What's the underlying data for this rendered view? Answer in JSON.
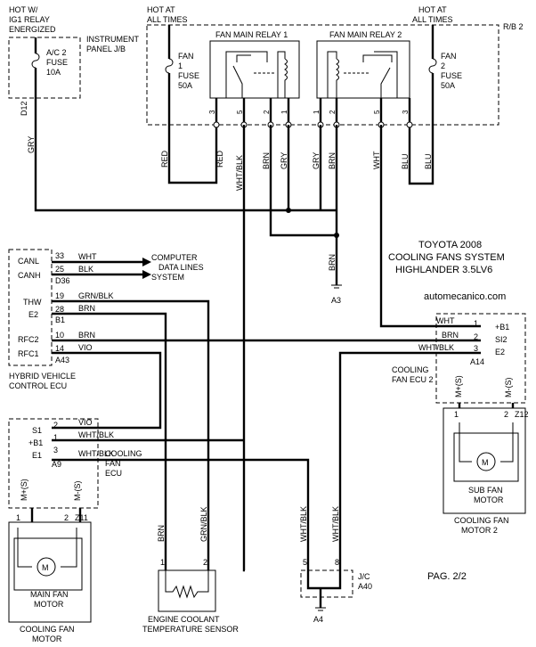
{
  "top": {
    "hot_w_1": "HOT W/",
    "hot_w_2": "IG1 RELAY",
    "hot_w_3": "ENERGIZED",
    "hot_at_1": "HOT AT",
    "hot_at_2": "HOT AT",
    "all_times": "ALL TIMES",
    "rb2": "R/B 2"
  },
  "ipjb": {
    "line1": "INSTRUMENT",
    "line2": "PANEL J/B",
    "fuse_name": "A/C 2",
    "fuse_word": "FUSE",
    "fuse_amp": "10A",
    "connector": "D12"
  },
  "fan1_fuse": {
    "line1": "FAN",
    "line2": "1",
    "line3": "FUSE",
    "line4": "50A"
  },
  "fan2_fuse": {
    "line1": "FAN",
    "line2": "2",
    "line3": "FUSE",
    "line4": "50A"
  },
  "relays": {
    "r1": "FAN MAIN RELAY 1",
    "r2": "FAN MAIN RELAY 2"
  },
  "pins": {
    "p1": "1",
    "p2": "2",
    "p3": "3",
    "p5": "5"
  },
  "colors": {
    "red": "RED",
    "gry": "GRY",
    "brn": "BRN",
    "blu": "BLU",
    "wht": "WHT",
    "blk": "BLK",
    "vio": "VIO",
    "wht_blk": "WHT/BLK",
    "grn_blk": "GRN/BLK"
  },
  "grounds": {
    "a3": "A3",
    "a4": "A4"
  },
  "title": {
    "line1": "TOYOTA 2008",
    "line2": "COOLING FANS SYSTEM",
    "line3": "HIGHLANDER 3.5LV6",
    "site": "automecanico.com"
  },
  "hybrid": {
    "canl": "CANL",
    "canh": "CANH",
    "thw": "THW",
    "e2": "E2",
    "rfc2": "RFC2",
    "rfc1": "RFC1",
    "name1": "HYBRID VEHICLE",
    "name2": "CONTROL ECU",
    "p33": "33",
    "p25": "25",
    "pd36": "D36",
    "p19": "19",
    "p28": "28",
    "pb1": "B1",
    "p10": "10",
    "p14": "14",
    "pa43": "A43"
  },
  "can": {
    "line1": "COMPUTER",
    "line2": "DATA LINES",
    "line3": "SYSTEM"
  },
  "ecu2": {
    "p1": "1",
    "p2": "2",
    "p3": "3",
    "a14": "A14",
    "b1": "+B1",
    "si2": "SI2",
    "e2": "E2",
    "name1": "COOLING",
    "name2": "FAN ECU 2",
    "mplus": "M+(S)",
    "mminus": "M-(S)"
  },
  "subfan": {
    "p1": "1",
    "p2": "2",
    "z12": "Z12",
    "name1": "SUB FAN",
    "name2": "MOTOR",
    "cool1": "COOLING FAN",
    "cool2": "MOTOR 2"
  },
  "ecu1": {
    "s1": "S1",
    "b1": "+B1",
    "e1": "E1",
    "p2": "2",
    "p1": "1",
    "p3": "3",
    "a9": "A9",
    "mplus": "M+(S)",
    "mminus": "M-(S)",
    "name1": "COOLING",
    "name2": "FAN",
    "name3": "ECU"
  },
  "mainfan": {
    "p1": "1",
    "p2": "2",
    "z11": "Z11",
    "name1": "MAIN FAN",
    "name2": "MOTOR",
    "cool1": "COOLING FAN",
    "cool2": "MOTOR"
  },
  "motor_symbol": "M",
  "ects": {
    "p1": "1",
    "p2": "2",
    "name1": "ENGINE COOLANT",
    "name2": "TEMPERATURE SENSOR"
  },
  "jc": {
    "p5": "5",
    "p8": "8",
    "name": "J/C",
    "a40": "A40"
  },
  "page": "PAG. 2/2"
}
